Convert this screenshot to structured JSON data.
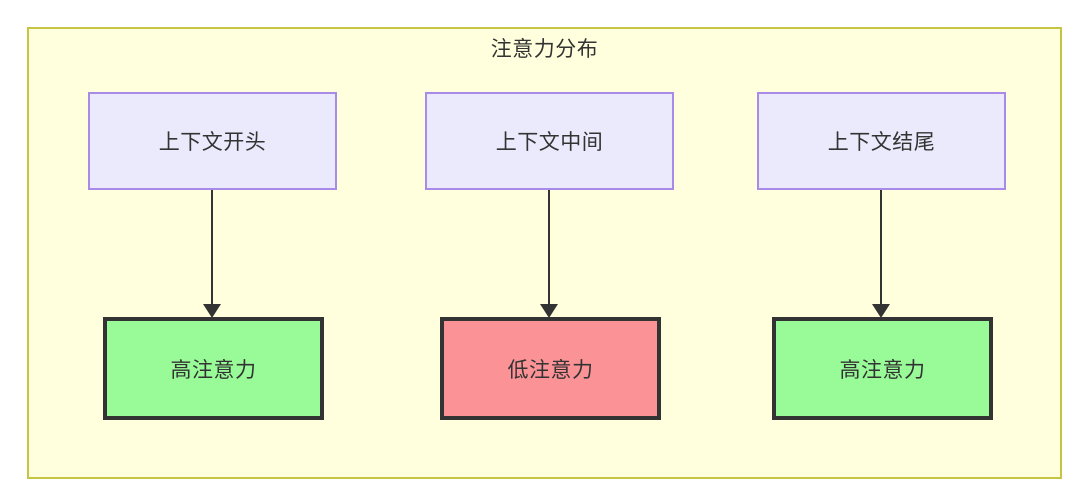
{
  "diagram": {
    "title": "注意力分布",
    "container": {
      "fill_color": "#ffffdd",
      "border_color": "#c5c543"
    },
    "columns": [
      {
        "source": {
          "label": "上下文开头"
        },
        "result": {
          "label": "高注意力",
          "level": "high",
          "fill_color": "#98fb98"
        }
      },
      {
        "source": {
          "label": "上下文中间"
        },
        "result": {
          "label": "低注意力",
          "level": "low",
          "fill_color": "#fb9295"
        }
      },
      {
        "source": {
          "label": "上下文结尾"
        },
        "result": {
          "label": "高注意力",
          "level": "high",
          "fill_color": "#98fb98"
        }
      }
    ],
    "node_styles": {
      "source_fill": "#eaeafc",
      "source_border": "#a98ae8",
      "result_border": "#333333",
      "edge_color": "#333333"
    }
  }
}
